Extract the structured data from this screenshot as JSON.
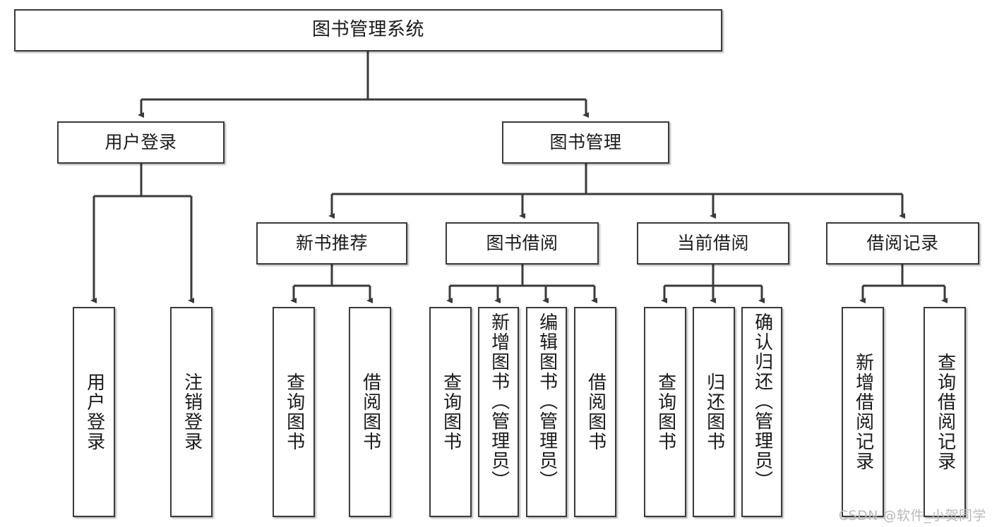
{
  "diagram": {
    "title": "图书管理系统",
    "type": "tree-hierarchy",
    "watermark": "CSDN @软件_小贺同学",
    "colors": {
      "stroke": "#3a3a3a",
      "fill": "#ffffff",
      "text": "#1a1a1a",
      "watermark": "#b9b9b9"
    },
    "levels": {
      "level1": [
        {
          "id": "root",
          "label": "图书管理系统"
        }
      ],
      "level2": [
        {
          "id": "user-login",
          "label": "用户登录"
        },
        {
          "id": "book-manage",
          "label": "图书管理"
        }
      ],
      "level3": [
        {
          "id": "new-book-recommend",
          "label": "新书推荐"
        },
        {
          "id": "book-borrow",
          "label": "图书借阅"
        },
        {
          "id": "current-borrow",
          "label": "当前借阅"
        },
        {
          "id": "borrow-record",
          "label": "借阅记录"
        }
      ],
      "level4": [
        {
          "id": "leaf-user-login",
          "label": "用户登录",
          "parent": "user-login"
        },
        {
          "id": "leaf-logout",
          "label": "注销登录",
          "parent": "user-login"
        },
        {
          "id": "leaf-query-book-1",
          "label": "查询图书",
          "parent": "new-book-recommend"
        },
        {
          "id": "leaf-borrow-book-1",
          "label": "借阅图书",
          "parent": "new-book-recommend"
        },
        {
          "id": "leaf-query-book-2",
          "label": "查询图书",
          "parent": "book-borrow"
        },
        {
          "id": "leaf-add-book",
          "label": "新增图书（管理员）",
          "parent": "book-borrow"
        },
        {
          "id": "leaf-edit-book",
          "label": "编辑图书（管理员）",
          "parent": "book-borrow"
        },
        {
          "id": "leaf-borrow-book-2",
          "label": "借阅图书",
          "parent": "book-borrow"
        },
        {
          "id": "leaf-query-book-3",
          "label": "查询图书",
          "parent": "current-borrow"
        },
        {
          "id": "leaf-return-book",
          "label": "归还图书",
          "parent": "current-borrow"
        },
        {
          "id": "leaf-confirm-return",
          "label": "确认归还（管理员）",
          "parent": "current-borrow"
        },
        {
          "id": "leaf-add-record",
          "label": "新增借阅记录",
          "parent": "borrow-record"
        },
        {
          "id": "leaf-query-record",
          "label": "查询借阅记录",
          "parent": "borrow-record"
        }
      ]
    }
  }
}
